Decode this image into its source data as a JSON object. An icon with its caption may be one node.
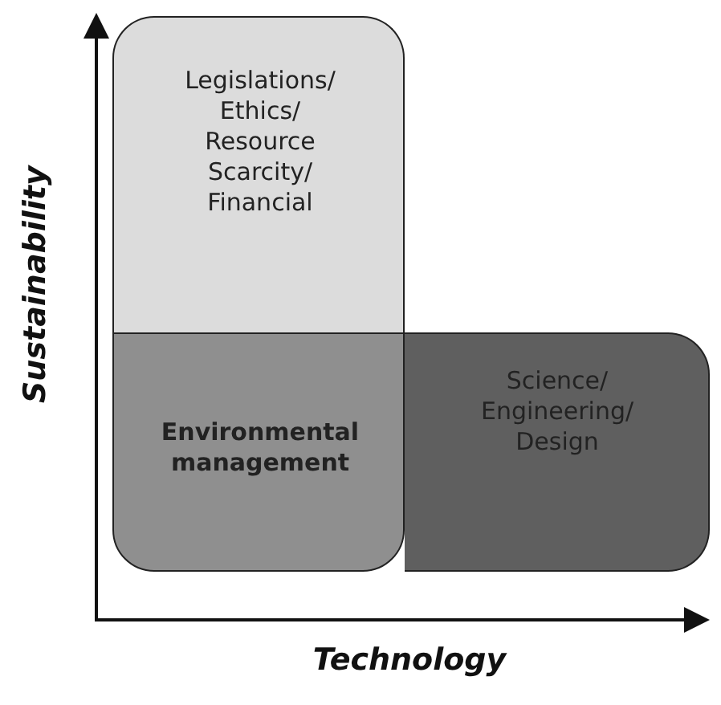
{
  "diagram": {
    "nodes": [
      {
        "text": [
          "Legislations/ Ethics/ Resource Scarcity/ Financial"
        ]
      },
      {
        "text": [
          "Environmental management"
        ]
      },
      {
        "text": [
          "Science/ Engineering/ Design"
        ]
      }
    ],
    "labels": [
      "Sustainability",
      "Technology"
    ]
  }
}
